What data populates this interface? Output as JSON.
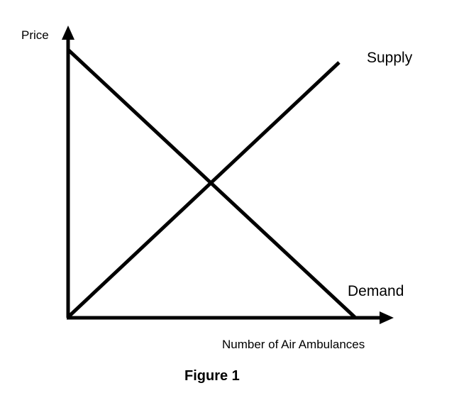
{
  "diagram": {
    "y_axis_label": "Price",
    "x_axis_label": "Number of Air Ambulances",
    "curves": [
      {
        "name": "Supply",
        "slope": "upward"
      },
      {
        "name": "Demand",
        "slope": "downward"
      }
    ],
    "caption": "Figure 1",
    "line_color": "#000000"
  }
}
